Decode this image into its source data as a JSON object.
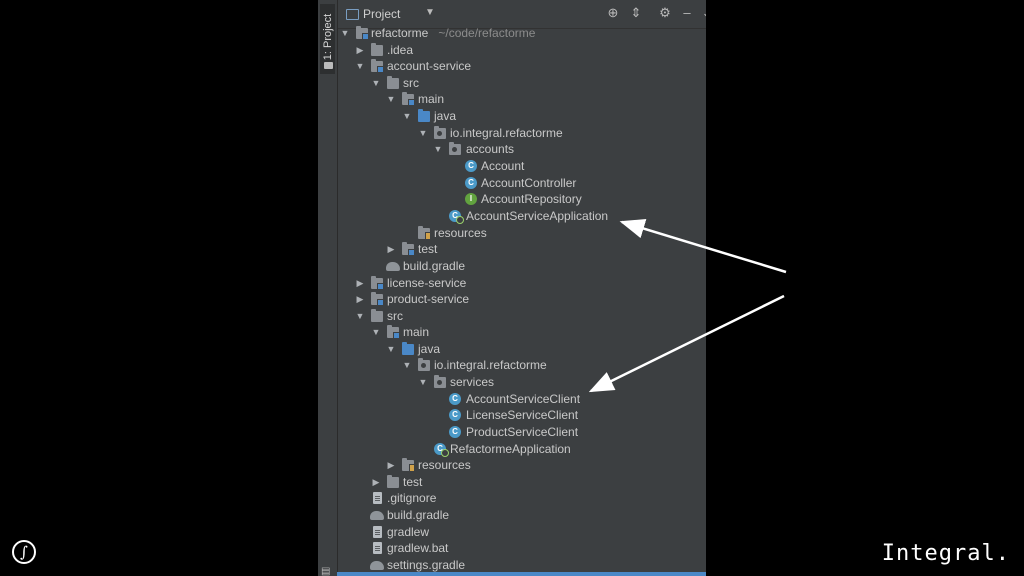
{
  "side_tab": {
    "label": "1: Project"
  },
  "header": {
    "title": "Project",
    "buttons": [
      "locate-icon",
      "collapse-icon",
      "settings-icon",
      "hide-icon"
    ]
  },
  "tree": {
    "root": {
      "label": "refactorme",
      "path": "~/code/refactorme"
    },
    "items": [
      "refactorme",
      ".idea",
      "account-service",
      "src",
      "main",
      "java",
      "io.integral.refactorme",
      "accounts",
      "Account",
      "AccountController",
      "AccountRepository",
      "AccountServiceApplication",
      "resources",
      "test",
      "build.gradle",
      "license-service",
      "product-service",
      "src",
      "main",
      "java",
      "io.integral.refactorme",
      "services",
      "AccountServiceClient",
      "LicenseServiceClient",
      "ProductServiceClient",
      "RefactormeApplication",
      "resources",
      "test",
      ".gitignore",
      "build.gradle",
      "gradlew",
      "gradlew.bat",
      "settings.gradle"
    ],
    "class_badge": "C",
    "interface_badge": "I"
  },
  "brand": {
    "name": "Integral."
  },
  "colors": {
    "panel": "#3c3f41",
    "folder_blue": "#4a88c7",
    "class_icon": "#4b9ac8",
    "interface_icon": "#62a33f",
    "arrows": "#ffffff"
  }
}
